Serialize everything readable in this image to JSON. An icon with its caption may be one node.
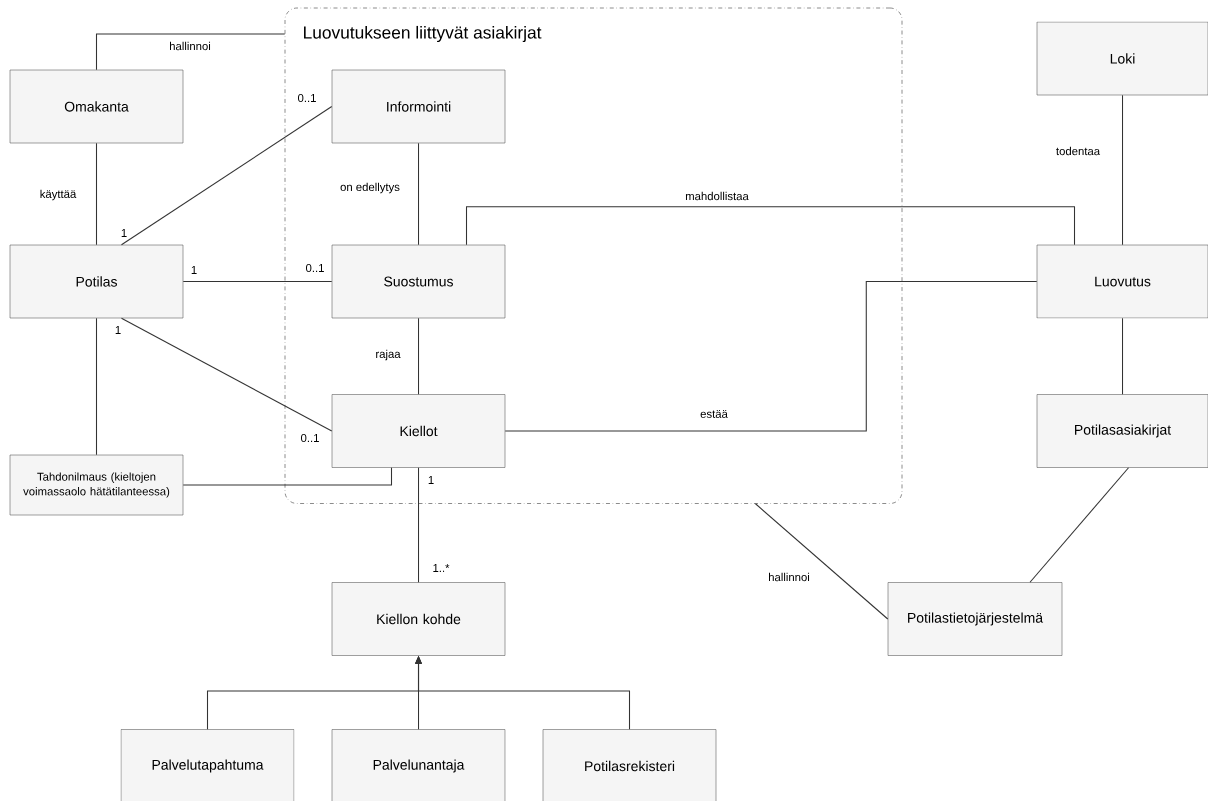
{
  "diagram": {
    "nodes": [
      {
        "text": [
          "Luovutukseen liittyvät asiakirjat"
        ]
      },
      {
        "text": [
          "Omakanta"
        ]
      },
      {
        "text": [
          "Informointi"
        ],
        "in": 0
      },
      {
        "text": [
          "Loki"
        ]
      },
      {
        "text": [
          "Potilas"
        ]
      },
      {
        "text": [
          "Suostumus"
        ],
        "in": 0
      },
      {
        "text": [
          "Luovutus"
        ]
      },
      {
        "text": [
          "Kiellot"
        ],
        "in": 0
      },
      {
        "text": [
          "Potilasasiakirjat"
        ]
      },
      {
        "text": [
          "Tahdonilmaus (kieltojen voimassaolo hätätilanteessa)"
        ]
      },
      {
        "text": [
          "Kiellon kohde"
        ]
      },
      {
        "text": [
          "Potilastietojärjestelmä"
        ]
      },
      {
        "text": [
          "Palvelutapahtuma"
        ]
      },
      {
        "text": [
          "Palvelunantaja"
        ]
      },
      {
        "text": [
          "Potilasrekisteri"
        ]
      }
    ],
    "edges": [
      {
        "from": 1,
        "to": 0,
        "arrow": "none",
        "label": "hallinnoi"
      },
      {
        "from": 1,
        "to": 4,
        "arrow": "none",
        "label": "käyttää"
      },
      {
        "from": 4,
        "to": 2,
        "arrow": "none"
      },
      {
        "from": 4,
        "to": 5,
        "arrow": "none"
      },
      {
        "from": 4,
        "to": 7,
        "arrow": "none"
      },
      {
        "from": 4,
        "to": 9,
        "arrow": "none"
      },
      {
        "from": 9,
        "to": 7,
        "arrow": "none"
      },
      {
        "from": 2,
        "to": 5,
        "arrow": "none",
        "label": "on edellytys"
      },
      {
        "from": 5,
        "to": 7,
        "arrow": "none",
        "label": "rajaa"
      },
      {
        "from": 5,
        "to": 6,
        "arrow": "none",
        "label": "mahdollistaa"
      },
      {
        "from": 7,
        "to": 6,
        "arrow": "none",
        "label": "estää"
      },
      {
        "from": 3,
        "to": 6,
        "arrow": "none",
        "label": "todentaa"
      },
      {
        "from": 6,
        "to": 8,
        "arrow": "none"
      },
      {
        "from": 8,
        "to": 11,
        "arrow": "none"
      },
      {
        "from": 11,
        "to": 0,
        "arrow": "none",
        "label": "hallinnoi"
      },
      {
        "from": 7,
        "to": 10,
        "arrow": "none"
      },
      {
        "from": 12,
        "to": 10,
        "arrow": "to"
      },
      {
        "from": 13,
        "to": 10,
        "arrow": "to"
      },
      {
        "from": 14,
        "to": 10,
        "arrow": "to"
      }
    ],
    "labels": [
      "0..1",
      "1",
      "1",
      "0..1",
      "1",
      "0..1",
      "1",
      "1..*"
    ]
  }
}
